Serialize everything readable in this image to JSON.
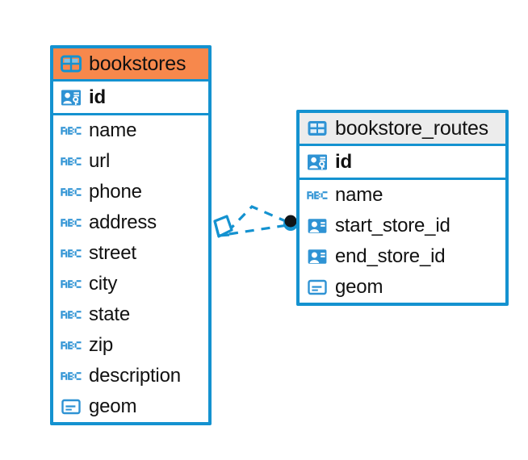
{
  "diagram": {
    "type": "entity-relationship-diagram",
    "background": "#ffffff",
    "accent_color": "#1492d0",
    "highlight_color": "#f7884c",
    "neutral_header_color": "#ececec",
    "text_color": "#111111"
  },
  "entities": [
    {
      "name": "bookstores",
      "header_style": "accent",
      "icon": "table-icon",
      "fields": [
        {
          "name": "id",
          "icon": "primary-key-icon",
          "key": true
        },
        {
          "name": "name",
          "icon": "text-abc-icon",
          "key": false
        },
        {
          "name": "url",
          "icon": "text-abc-icon",
          "key": false
        },
        {
          "name": "phone",
          "icon": "text-abc-icon",
          "key": false
        },
        {
          "name": "address",
          "icon": "text-abc-icon",
          "key": false
        },
        {
          "name": "street",
          "icon": "text-abc-icon",
          "key": false
        },
        {
          "name": "city",
          "icon": "text-abc-icon",
          "key": false
        },
        {
          "name": "state",
          "icon": "text-abc-icon",
          "key": false
        },
        {
          "name": "zip",
          "icon": "text-abc-icon",
          "key": false
        },
        {
          "name": "description",
          "icon": "text-abc-icon",
          "key": false
        },
        {
          "name": "geom",
          "icon": "geometry-icon",
          "key": false
        }
      ]
    },
    {
      "name": "bookstore_routes",
      "header_style": "neutral",
      "icon": "table-icon",
      "fields": [
        {
          "name": "id",
          "icon": "primary-key-icon",
          "key": true
        },
        {
          "name": "name",
          "icon": "text-abc-icon",
          "key": false
        },
        {
          "name": "start_store_id",
          "icon": "foreign-key-icon",
          "key": false
        },
        {
          "name": "end_store_id",
          "icon": "foreign-key-icon",
          "key": false
        },
        {
          "name": "geom",
          "icon": "geometry-icon",
          "key": false
        }
      ]
    }
  ],
  "relationship": {
    "from_entity": "bookstores",
    "to_entity": "bookstore_routes",
    "line_style": "dashed",
    "line_color": "#1492d0",
    "source_marker": "crows-foot-diamond-icon",
    "target_marker": "filled-circle-icon"
  }
}
